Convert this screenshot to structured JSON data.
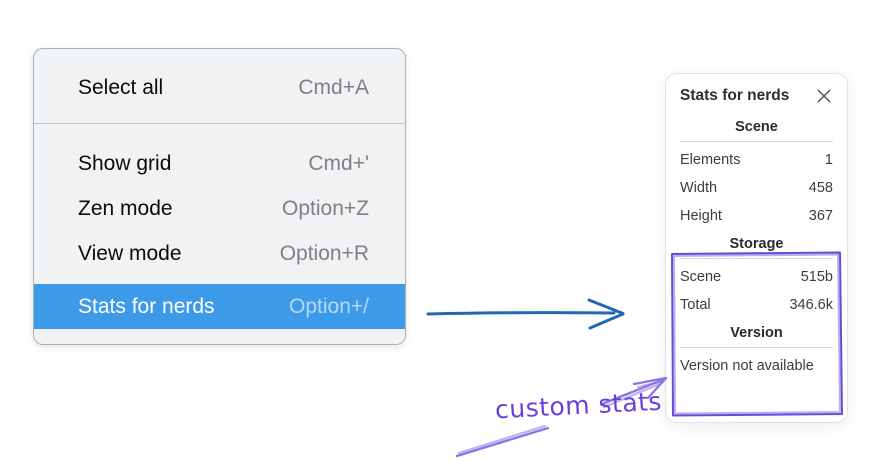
{
  "context_menu": {
    "group1": [
      {
        "label": "Select all",
        "shortcut": "Cmd+A"
      }
    ],
    "group2": [
      {
        "label": "Show grid",
        "shortcut": "Cmd+'"
      },
      {
        "label": "Zen mode",
        "shortcut": "Option+Z"
      },
      {
        "label": "View mode",
        "shortcut": "Option+R"
      },
      {
        "label": "Stats for nerds",
        "shortcut": "Option+/"
      }
    ],
    "selected_item": "Stats for nerds",
    "selection_color": "#3d9ae8"
  },
  "stats_panel": {
    "title": "Stats for nerds",
    "sections": [
      {
        "heading": "Scene",
        "rows": [
          {
            "label": "Elements",
            "value": "1"
          },
          {
            "label": "Width",
            "value": "458"
          },
          {
            "label": "Height",
            "value": "367"
          }
        ]
      },
      {
        "heading": "Storage",
        "rows": [
          {
            "label": "Scene",
            "value": "515b"
          },
          {
            "label": "Total",
            "value": "346.6k"
          }
        ]
      },
      {
        "heading": "Version",
        "note": "Version not available"
      }
    ]
  },
  "annotations": {
    "custom_stats_label": "custom stats",
    "blue_arrow_color": "#2368ae",
    "purple_stroke_color": "#8a75e5",
    "highlight_box_color": "#6a4bd6",
    "label_color": "#6741d9"
  }
}
